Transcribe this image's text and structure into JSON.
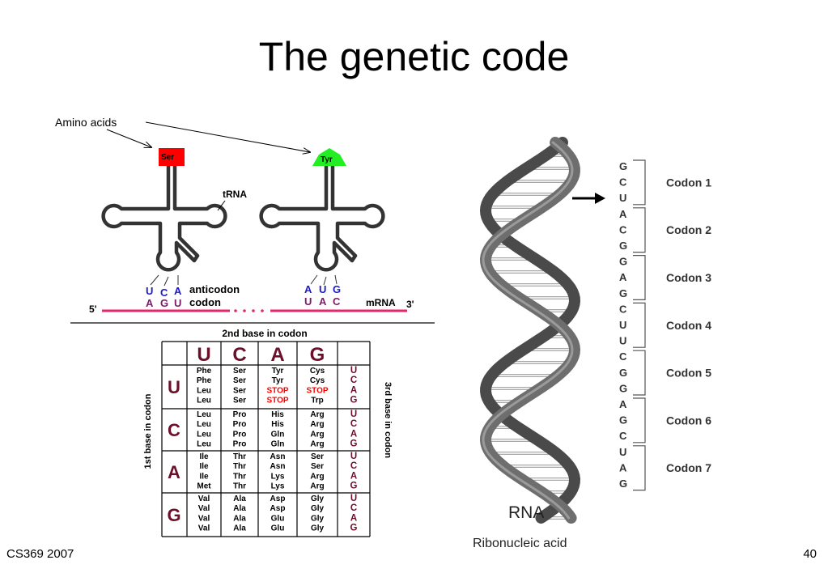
{
  "title": "The genetic code",
  "footer": {
    "left": "CS369 2007",
    "right": "40"
  },
  "trna": {
    "amino_acids_label": "Amino acids",
    "trna_label": "tRNA",
    "left_aa": "Ser",
    "right_aa": "Tyr",
    "anticodon_label": "anticodon",
    "codon_label": "codon",
    "mrna_label": "mRNA",
    "five_prime": "5'",
    "three_prime": "3'",
    "left_anticodon": [
      "U",
      "C",
      "A"
    ],
    "left_codon": [
      "A",
      "G",
      "U"
    ],
    "right_anticodon": [
      "A",
      "U",
      "G"
    ],
    "right_codon": [
      "U",
      "A",
      "C"
    ],
    "colors": {
      "ser": "#ff0000",
      "tyr": "#22ee22",
      "anticodon": "#1a1acc",
      "codon": "#7a1a6a",
      "mrna": "#e8246c"
    }
  },
  "codon_table": {
    "second_base_label": "2nd base in codon",
    "first_base_label": "1st base in codon",
    "third_base_label": "3rd base in codon",
    "bases": [
      "U",
      "C",
      "A",
      "G"
    ],
    "cells": [
      [
        [
          "Phe",
          "Phe",
          "Leu",
          "Leu"
        ],
        [
          "Ser",
          "Ser",
          "Ser",
          "Ser"
        ],
        [
          "Tyr",
          "Tyr",
          "STOP",
          "STOP"
        ],
        [
          "Cys",
          "Cys",
          "STOP",
          "Trp"
        ]
      ],
      [
        [
          "Leu",
          "Leu",
          "Leu",
          "Leu"
        ],
        [
          "Pro",
          "Pro",
          "Pro",
          "Pro"
        ],
        [
          "His",
          "His",
          "Gln",
          "Gln"
        ],
        [
          "Arg",
          "Arg",
          "Arg",
          "Arg"
        ]
      ],
      [
        [
          "Ile",
          "Ile",
          "Ile",
          "Met"
        ],
        [
          "Thr",
          "Thr",
          "Thr",
          "Thr"
        ],
        [
          "Asn",
          "Asn",
          "Lys",
          "Lys"
        ],
        [
          "Ser",
          "Ser",
          "Arg",
          "Arg"
        ]
      ],
      [
        [
          "Val",
          "Val",
          "Val",
          "Val"
        ],
        [
          "Ala",
          "Ala",
          "Ala",
          "Ala"
        ],
        [
          "Asp",
          "Asp",
          "Glu",
          "Glu"
        ],
        [
          "Gly",
          "Gly",
          "Gly",
          "Gly"
        ]
      ]
    ],
    "colors": {
      "base": "#6b0f2a",
      "stop": "#ff0000"
    }
  },
  "rna": {
    "sequence": [
      "G",
      "C",
      "U",
      "A",
      "C",
      "G",
      "G",
      "A",
      "G",
      "C",
      "U",
      "U",
      "C",
      "G",
      "G",
      "A",
      "G",
      "C",
      "U",
      "A",
      "G"
    ],
    "codons": [
      "Codon 1",
      "Codon 2",
      "Codon 3",
      "Codon 4",
      "Codon 5",
      "Codon 6",
      "Codon 7"
    ],
    "label": "RNA",
    "sublabel": "Ribonucleic acid"
  }
}
